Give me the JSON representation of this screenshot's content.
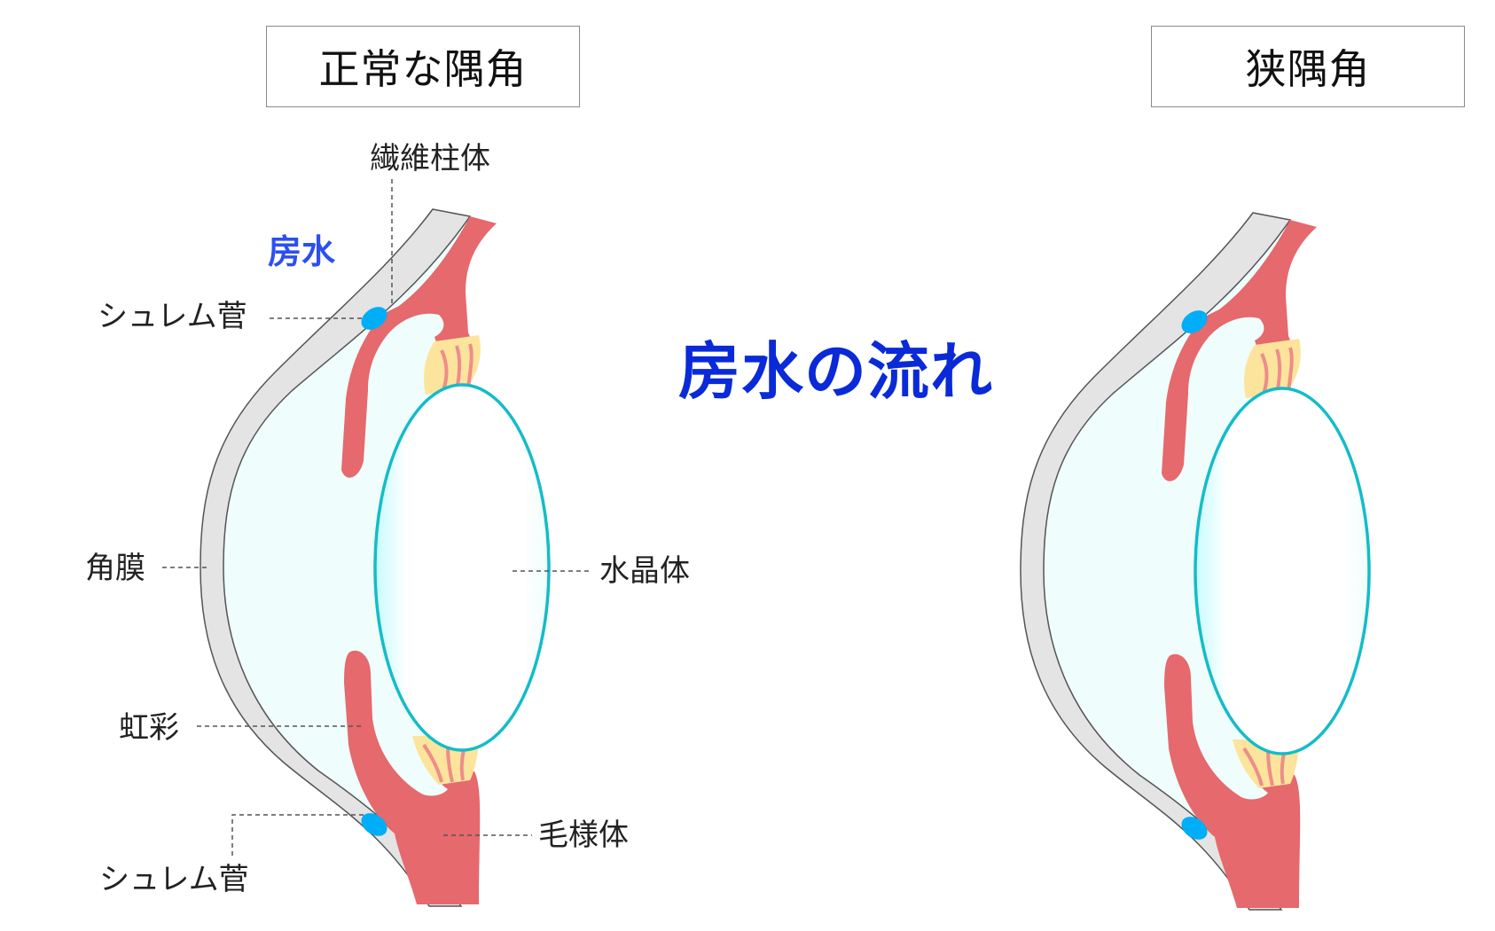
{
  "titles": {
    "normal": "正常な隅角",
    "narrow": "狭隅角"
  },
  "main_title": "房水の流れ",
  "labels": {
    "aqueous_humor": "房水",
    "trabecular_meshwork": "繊維柱体",
    "schlemm_canal_top": "シュレム菅",
    "cornea": "角膜",
    "lens": "水晶体",
    "iris": "虹彩",
    "ciliary_body": "毛様体",
    "schlemm_canal_bottom": "シュレム菅"
  },
  "colors": {
    "cornea": "#e4e4e4",
    "cornea_outline": "#555555",
    "anterior_chamber": "#effdfc",
    "iris_ciliary": "#e5696d",
    "zonule": "#fde49c",
    "zonule_fibers": "#ee8d8a",
    "lens_outline": "#13bcc8",
    "schlemm_canal": "#00aef7",
    "aqueous_label": "#2e4ef0",
    "main_title": "#0a2ad8"
  }
}
